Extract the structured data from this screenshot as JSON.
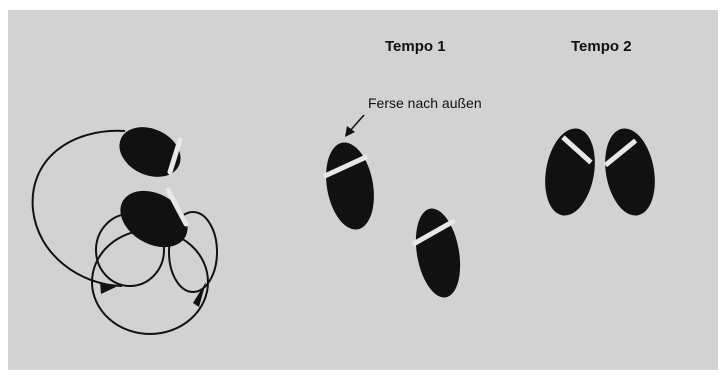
{
  "diagram": {
    "headings": [
      "Tempo 1",
      "Tempo 2"
    ],
    "annotation": "Ferse nach außen",
    "colors": {
      "background": "#d2d2d2",
      "foot": "#111111",
      "heel_mark": "#e8e8e8",
      "line": "#111111"
    },
    "shapes": {
      "left_figure": "two overlapping foot prints with circular motion arcs and arrows",
      "tempo_1": "two foot prints, heels turned outward",
      "tempo_2": "two foot prints side by side, toes angled outward"
    }
  }
}
